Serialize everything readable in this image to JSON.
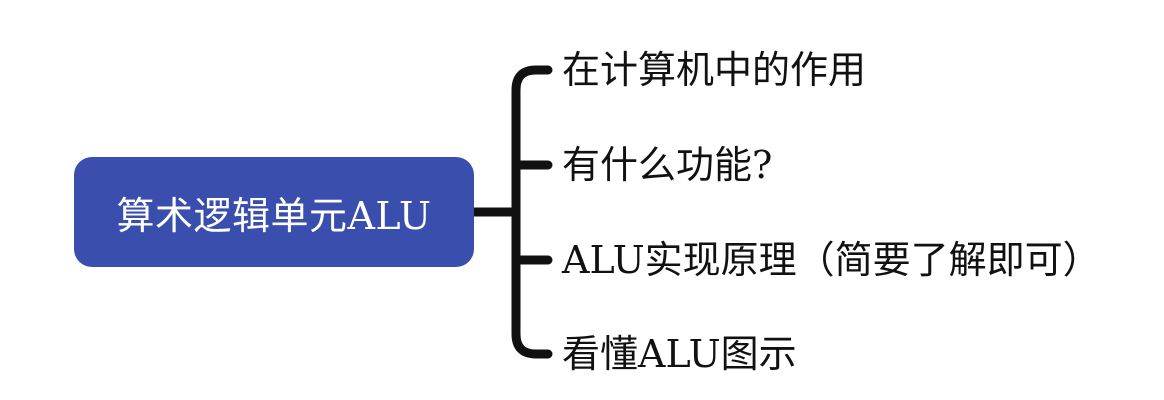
{
  "mindmap": {
    "root": {
      "label": "算术逻辑单元ALU",
      "color": "#3a4fad",
      "text_color": "#ffffff"
    },
    "branches": [
      {
        "label": "在计算机中的作用"
      },
      {
        "label": "有什么功能?"
      },
      {
        "label": "ALU实现原理（简要了解即可）"
      },
      {
        "label": "看懂ALU图示"
      }
    ],
    "connector_color": "#111111"
  }
}
